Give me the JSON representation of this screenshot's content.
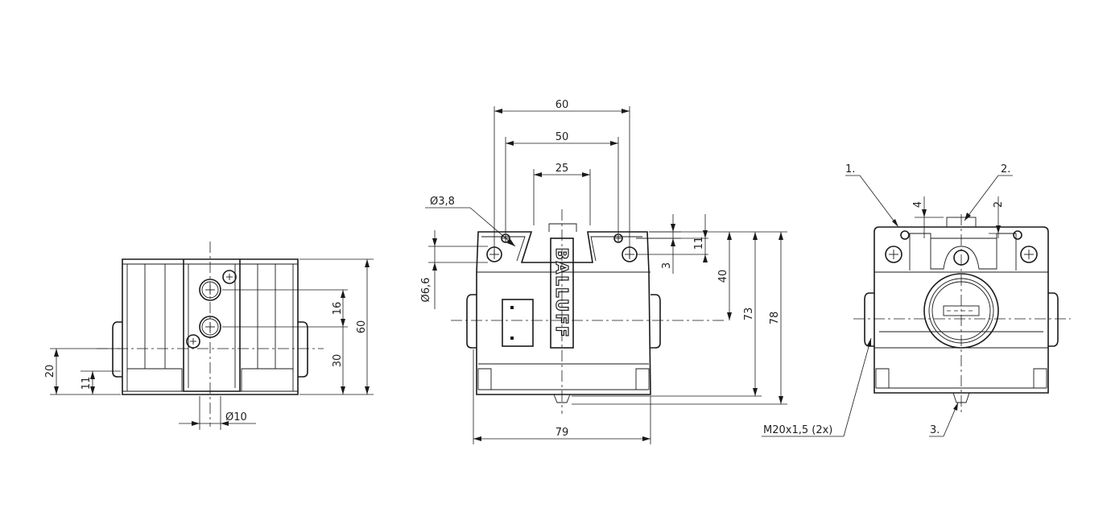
{
  "left_view": {
    "dims": {
      "d16": "16",
      "d60": "60",
      "d30": "30",
      "d20": "20",
      "d11": "11",
      "dia10": "Ø10"
    }
  },
  "front_view": {
    "logo": "BALLUFF",
    "dims": {
      "d60": "60",
      "d50": "50",
      "d25": "25",
      "dia38": "Ø3,8",
      "dia66": "Ø6,6",
      "d11": "11",
      "d3": "3",
      "d40": "40",
      "d73": "73",
      "d78": "78",
      "d79": "79"
    }
  },
  "right_view": {
    "callouts": {
      "c1": "1.",
      "c2": "2.",
      "c3": "3.",
      "thread": "M20x1,5 (2x)"
    },
    "dims": {
      "d4": "4",
      "d2": "2"
    }
  }
}
